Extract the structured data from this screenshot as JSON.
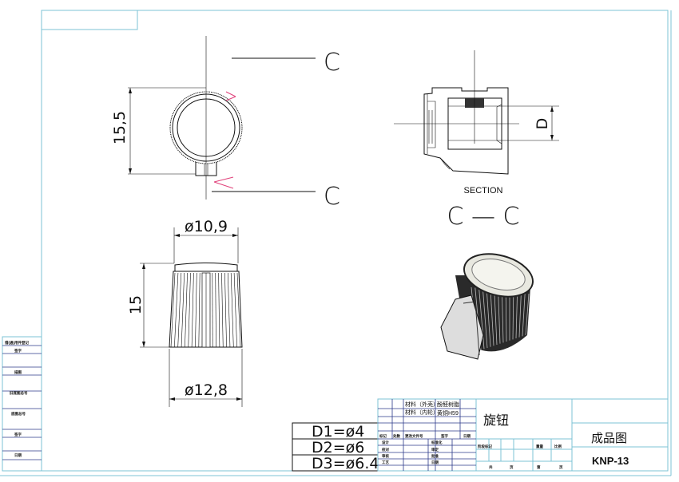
{
  "front_view": {
    "dim_height": "15,5",
    "section_mark_top": "C",
    "section_mark_bottom": "C"
  },
  "side_view": {
    "dim_top_diameter": "ø10,9",
    "dim_height": "15",
    "dim_bottom_diameter": "ø12,8"
  },
  "section_view": {
    "dim_label": "D",
    "caption": "SECTION",
    "section_name": "C — C"
  },
  "diameter_table": [
    "D1=ø4",
    "D2=ø6",
    "D3=ø6.4"
  ],
  "title_block": {
    "material_outer_label": "材料（外壳）",
    "material_outer_value": "酚醛树脂",
    "material_inner_label": "材料（内轮）",
    "material_inner_value": "黄铜H59",
    "part_name": "旋钮",
    "drawing_type": "成品图",
    "part_number": "KNP-13",
    "revision_headers": [
      "标记",
      "处数",
      "更改文件号",
      "签字",
      "日期"
    ],
    "sign_rows": [
      [
        "设计",
        "标准化"
      ],
      [
        "校对",
        "审定"
      ],
      [
        "审核",
        "批准"
      ],
      [
        "工艺",
        "日期"
      ]
    ],
    "stage_headers": [
      "阶段标记",
      "重量",
      "比例"
    ],
    "page_labels": [
      "共",
      "页",
      "第",
      "页"
    ]
  },
  "left_strip": [
    "借(通)用件登记",
    "签字",
    "描图",
    "旧底图总号",
    "底图总号",
    "签字",
    "日期"
  ]
}
